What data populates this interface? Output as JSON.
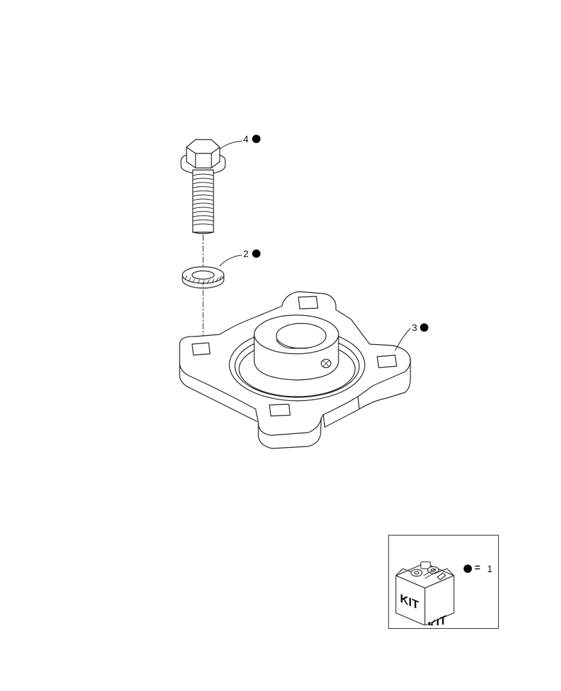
{
  "callouts": [
    {
      "id": "4",
      "label": "4"
    },
    {
      "id": "2",
      "label": "2"
    },
    {
      "id": "3",
      "label": "3"
    }
  ],
  "legend": {
    "equals": "=",
    "quantity": "1",
    "kit_label_left": "KIT",
    "kit_label_right": "KIT"
  },
  "colors": {
    "line": "#222222",
    "kit_marker": "#000000"
  }
}
